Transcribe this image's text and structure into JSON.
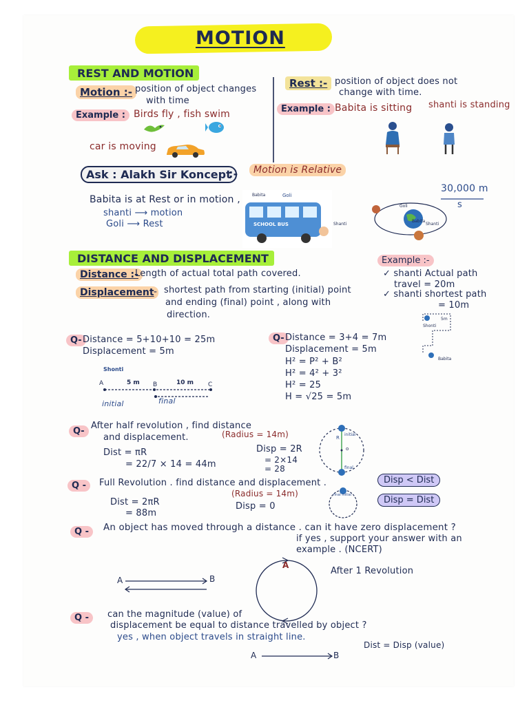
{
  "title": "MOTION",
  "rest_motion": {
    "heading": "REST AND MOTION",
    "motion_label": "Motion :-",
    "motion_def_1": "position of object changes",
    "motion_def_2": "with time",
    "example_label": "Example :",
    "motion_example_1": "Birds fly , fish swim",
    "motion_example_2": "car is moving",
    "rest_label": "Rest :-",
    "rest_def_1": "position of object does not",
    "rest_def_2": "change with time.",
    "rest_example_label": "Example :",
    "rest_example_1": "Babita is sitting",
    "rest_example_2": "shanti is standing"
  },
  "ask": {
    "label": "Ask : Alakh Sir Koncept",
    "suffix": ":-",
    "relative": "Motion is Relative",
    "babita_line": "Babita is at Rest or in motion ,",
    "shanti_line": "shanti",
    "shanti_value": "motion",
    "goli_line": "Goli",
    "goli_value": "Rest",
    "bus_text": "SCHOOL BUS",
    "bus_label_babita": "Babita",
    "bus_label_goli": "Goli",
    "bus_label_shanti": "Shanti",
    "speed_value": "30,000 m",
    "speed_unit": "s",
    "orbit_goli": "Goli",
    "orbit_babita": "Babita",
    "orbit_shanti": "Shanti"
  },
  "distance_displacement": {
    "heading": "DISTANCE AND DISPLACEMENT",
    "distance_label": "Distance :-",
    "distance_def": "Length of actual total path covered.",
    "displacement_label": "Displacement",
    "displacement_suffix": ":-",
    "displacement_def_1": "shortest path from starting (initial) point",
    "displacement_def_2": "and ending (final) point , along with",
    "displacement_def_3": "direction.",
    "example_label": "Example :-",
    "example_1": "✓ shanti Actual path",
    "example_2": "travel = 20m",
    "example_3": "✓ shanti shortest path",
    "example_4": "= 10m",
    "fig_shanti": "Shonti",
    "fig_babita": "Babita",
    "fig_5m": "5m"
  },
  "q1": {
    "tag": "Q-",
    "line_1": "Distance = 5+10+10 = 25m",
    "line_2": "Displacement = 5m",
    "fig_name": "Shonti",
    "point_a": "A",
    "point_b": "B",
    "point_c": "C",
    "seg_1": "5 m",
    "seg_2": "10 m",
    "initial": "initial",
    "final": "final"
  },
  "q2": {
    "tag": "Q-",
    "line_1": "Distance = 3+4 = 7m",
    "line_2": "Displacement = 5m",
    "line_3": "H² = P² + B²",
    "line_4": "H² = 4² + 3²",
    "line_5": "H² = 25",
    "line_6": "H = √25 = 5m"
  },
  "q3": {
    "tag": "Q-",
    "question_1": "After half revolution , find distance",
    "question_2": "and displacement.",
    "radius": "(Radius = 14m)",
    "dist_1": "Dist = πR",
    "dist_2": "= 22/7 × 14 = 44m",
    "disp_1": "Disp = 2R",
    "disp_2": "= 2×14",
    "disp_3": "= 28",
    "circle_initial": "initial",
    "circle_final": "final",
    "circle_r": "R",
    "circle_o": "o"
  },
  "q4": {
    "tag": "Q -",
    "question": "Full Revolution . find distance and displacement .",
    "radius": "(Radius = 14m)",
    "dist_1": "Dist = 2πR",
    "dist_2": "= 88m",
    "disp": "Disp = 0",
    "badge_1": "Disp < Dist",
    "badge_2": "Disp = Dist",
    "circle_label": "final initial"
  },
  "q5": {
    "tag": "Q -",
    "question_1": "An object has moved through a distance . can it have zero displacement ?",
    "question_2": "if yes , support your answer with an",
    "question_3": "example . (NCERT)",
    "point_a": "A",
    "point_b": "B",
    "circle_a": "A",
    "after": "After 1 Revolution"
  },
  "q6": {
    "tag": "Q -",
    "question_1": "can the magnitude (value) of",
    "question_2": "displacement be equal to distance travelled by object ?",
    "answer": "yes , when object travels in straight line.",
    "note": "Dist = Disp (value)",
    "point_a": "A",
    "point_b": "B"
  }
}
